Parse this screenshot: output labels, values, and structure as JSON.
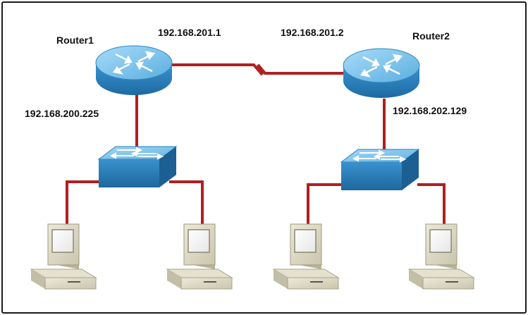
{
  "routers": [
    {
      "name": "Router1",
      "lan_ip": "192.168.200.225",
      "wan_ip": "192.168.201.1"
    },
    {
      "name": "Router2",
      "lan_ip": "192.168.202.129",
      "wan_ip": "192.168.201.2"
    }
  ],
  "colors": {
    "link": "#b02020",
    "router_top": "#7fc4ec",
    "router_side": "#2f86c0",
    "switch_top": "#7fc0ea",
    "switch_side": "#2a7fb8",
    "pc_body": "#ddd9c6",
    "pc_shadow": "#a9a591"
  },
  "icons": [
    "router-icon",
    "switch-icon",
    "pc-icon"
  ]
}
